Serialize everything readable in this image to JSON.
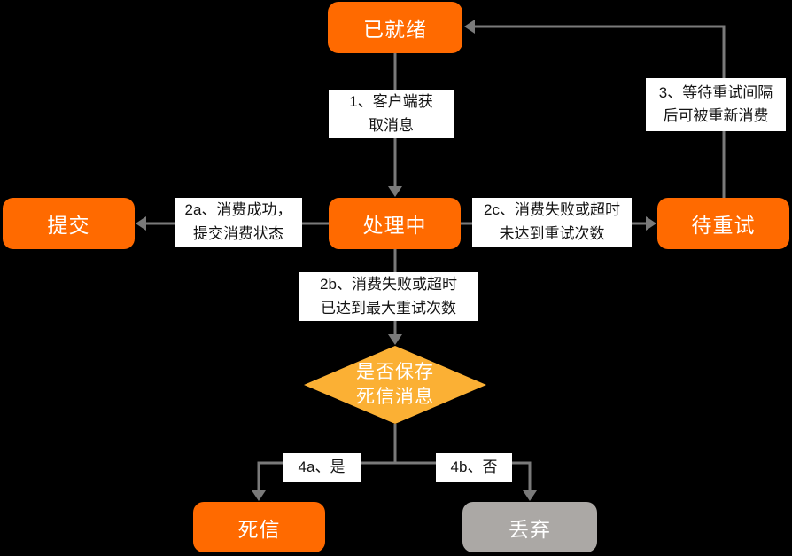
{
  "diagram": {
    "nodes": {
      "ready": {
        "label": "已就绪"
      },
      "processing": {
        "label": "处理中"
      },
      "commit": {
        "label": "提交"
      },
      "retry_wait": {
        "label": "待重试"
      },
      "dead_letter": {
        "label": "死信"
      },
      "discard": {
        "label": "丢弃"
      },
      "decision": {
        "label": "是否保存\n死信消息"
      }
    },
    "edges": {
      "e1": {
        "label": "1、客户端获\n取消息"
      },
      "e2a": {
        "label": "2a、消费成功，\n提交消费状态"
      },
      "e2b": {
        "label": "2b、消费失败或超时\n已达到最大重试次数"
      },
      "e2c": {
        "label": "2c、消费失败或超时\n未达到重试次数"
      },
      "e3": {
        "label": "3、等待重试间隔\n后可被重新消费"
      },
      "e4a": {
        "label": "4a、是"
      },
      "e4b": {
        "label": "4b、否"
      }
    },
    "colors": {
      "background": "#000000",
      "node_fill": "#FF6A00",
      "node_text": "#FFFFFF",
      "decision_fill": "#FBB034",
      "discard_fill": "#ABA8A5",
      "connector": "#7A7A7A",
      "label_bg": "#FFFFFF",
      "label_text": "#141414"
    }
  }
}
